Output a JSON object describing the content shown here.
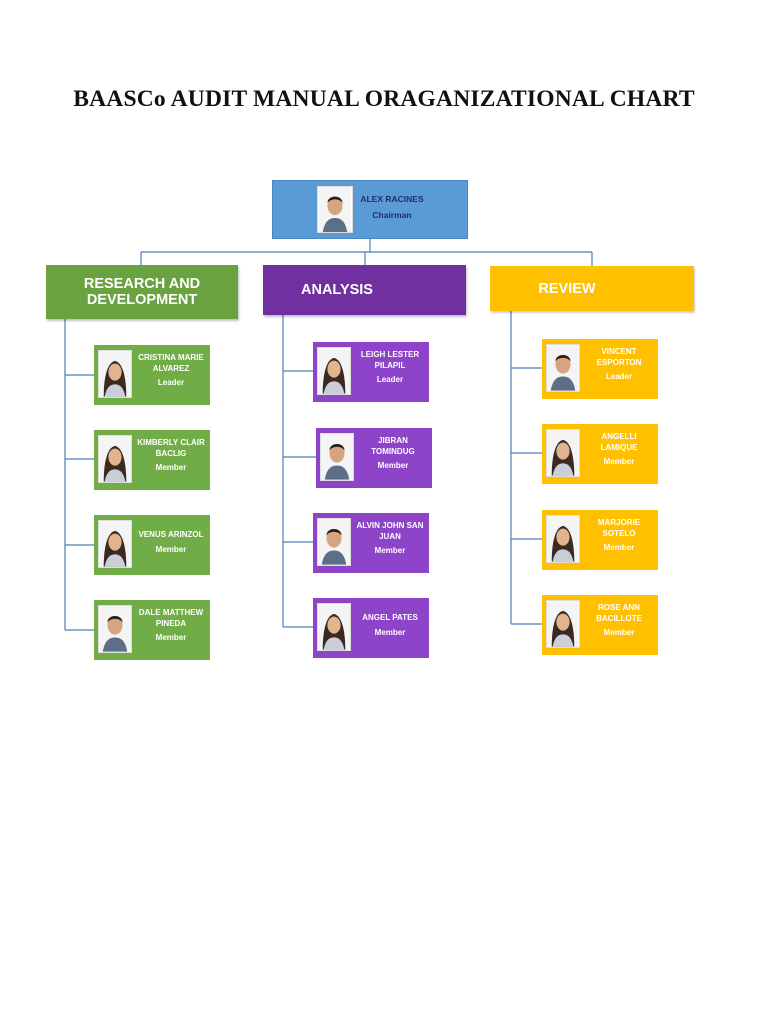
{
  "title": "BAASCo AUDIT MANUAL ORAGANIZATIONAL CHART",
  "colors": {
    "chairman": "#5b9bd5",
    "research": "#6aa240",
    "analysis": "#7030a0",
    "review": "#ffc000",
    "connector": "#4a7ebb"
  },
  "chairman": {
    "name": "ALEX RACINES",
    "role": "Chairman",
    "icon": "person-photo-icon"
  },
  "departments": [
    {
      "title_line1": "RESEARCH AND",
      "title_line2": "DEVELOPMENT",
      "members": [
        {
          "name_line1": "CRISTINA MARIE",
          "name_line2": "ALVAREZ",
          "role": "Leader"
        },
        {
          "name_line1": "KIMBERLY  CLAIR",
          "name_line2": "BACLIG",
          "role": "Member"
        },
        {
          "name_line1": "VENUS ARINZOL",
          "name_line2": "",
          "role": "Member"
        },
        {
          "name_line1": "DALE MATTHEW",
          "name_line2": "PINEDA",
          "role": "Member"
        }
      ]
    },
    {
      "title_line1": "ANALYSIS",
      "title_line2": "",
      "members": [
        {
          "name_line1": "LEIGH LESTER",
          "name_line2": "PILAPIL",
          "role": "Leader"
        },
        {
          "name_line1": "JIBRAN",
          "name_line2": "TOMINDUG",
          "role": "Member"
        },
        {
          "name_line1": "ALVIN JOHN SAN",
          "name_line2": "JUAN",
          "role": "Member"
        },
        {
          "name_line1": "ANGEL PATES",
          "name_line2": "",
          "role": "Member"
        }
      ]
    },
    {
      "title_line1": "REVIEW",
      "title_line2": "",
      "members": [
        {
          "name_line1": "VINCENT",
          "name_line2": "ESPORTON",
          "role": "Leader"
        },
        {
          "name_line1": "ANGELLI",
          "name_line2": "LAMIQUE",
          "role": "Member"
        },
        {
          "name_line1": "MARJORIE",
          "name_line2": "SOTELO",
          "role": "Member"
        },
        {
          "name_line1": "ROSE ANN",
          "name_line2": "BACILLOTE",
          "role": "Member"
        }
      ]
    }
  ]
}
